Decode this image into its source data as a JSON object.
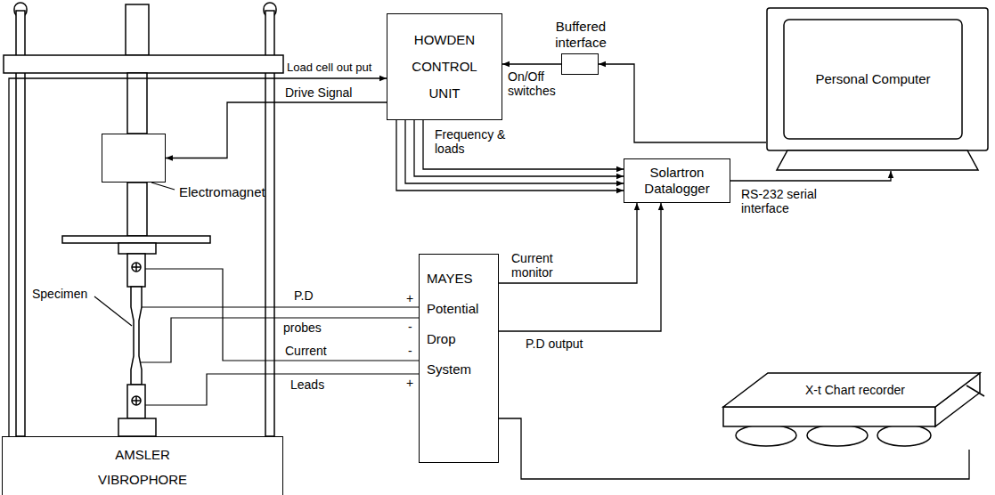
{
  "diagram": {
    "nodes": [
      {
        "text": [
          "HOWDEN CONTROL UNIT"
        ]
      },
      {
        "text": [
          "Buffered interface"
        ]
      },
      {
        "text": [
          "Personal Computer"
        ]
      },
      {
        "text": [
          "Electromagnet"
        ]
      },
      {
        "text": [
          "Solartron Datalogger"
        ]
      },
      {
        "text": [
          "MAYES Potential Drop System"
        ]
      },
      {
        "text": [
          "X-t Chart recorder"
        ]
      },
      {
        "text": [
          "AMSLER VIBROPHORE"
        ]
      }
    ],
    "edges": [
      {
        "from": 7,
        "to": 0,
        "arrow": "to",
        "label": "Load cell out put"
      },
      {
        "from": 0,
        "to": 3,
        "arrow": "to",
        "label": "Drive Signal"
      },
      {
        "from": 1,
        "to": 0,
        "arrow": "to",
        "label": "On/Off switches"
      },
      {
        "from": 2,
        "to": 1,
        "arrow": "to"
      },
      {
        "from": 0,
        "to": 4,
        "arrow": "to",
        "label": "Frequency & loads"
      },
      {
        "from": 4,
        "to": 2,
        "arrow": "to",
        "label": "RS-232 serial interface"
      },
      {
        "from": 5,
        "to": 4,
        "arrow": "to",
        "label": "Current monitor"
      },
      {
        "from": 5,
        "to": 4,
        "arrow": "to",
        "label": "P.D output"
      },
      {
        "from": 5,
        "to": 6,
        "arrow": "none"
      }
    ],
    "labels": [
      "Specimen",
      "P.D",
      "probes",
      "Current",
      "Leads",
      "+",
      "-",
      "-",
      "+"
    ]
  }
}
